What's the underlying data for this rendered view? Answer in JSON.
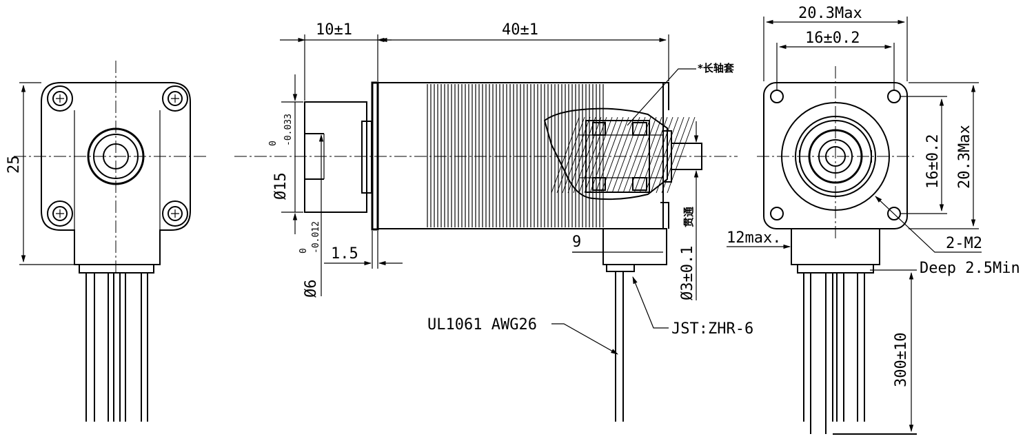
{
  "dimensions": {
    "front_height": "25",
    "front_length": "10±1",
    "body_length": "40±1",
    "shaft_bore_main": "Ø15",
    "shaft_bore_main_upper": "0",
    "shaft_bore_main_lower": "-0.033",
    "shaft_dia_main": "Ø6",
    "shaft_dia_upper": "0",
    "shaft_dia_lower": "-0.012",
    "flange_thickness": "1.5",
    "connector_offset": "9",
    "through_hole": "Ø3±0.1",
    "through_hole_note": "贯通",
    "rear_width_max": "20.3Max",
    "rear_hole_spacing": "16±0.2",
    "rear_height_max": "20.3Max",
    "rear_hole_spacing_v": "16±0.2",
    "connector_max": "12max.",
    "thread": "2-M2",
    "thread_depth": "Deep 2.5Min",
    "lead_length": "300±10"
  },
  "notes": {
    "long_shaft_sleeve": "*长轴套",
    "cable": "UL1061 AWG26",
    "connector": "JST:ZHR-6"
  }
}
